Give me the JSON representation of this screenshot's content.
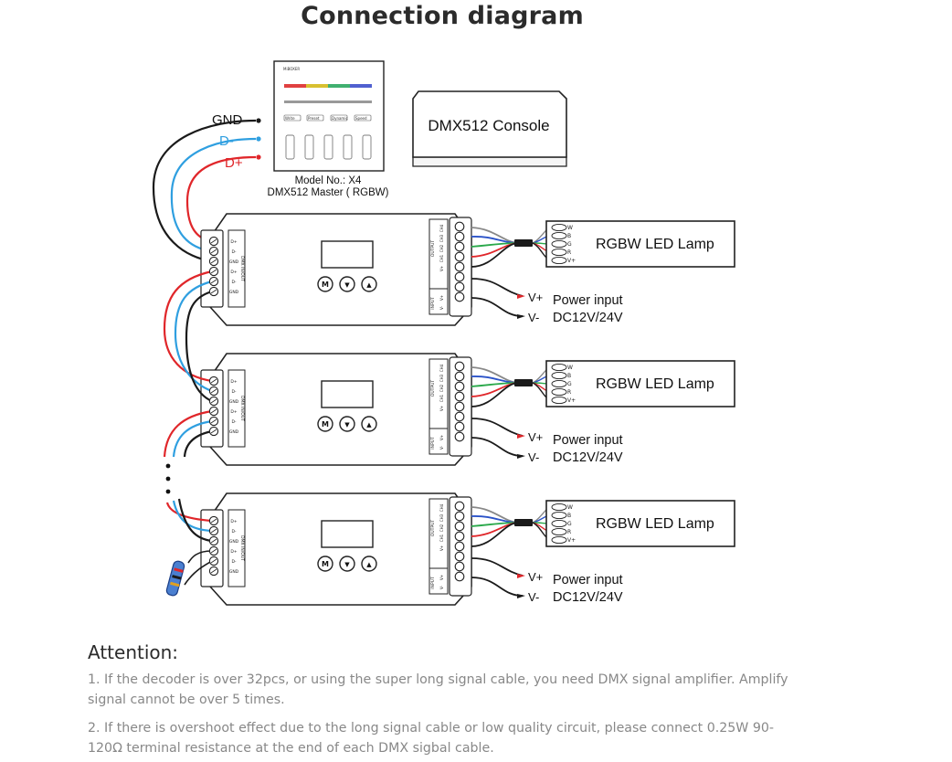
{
  "title": "Connection diagram",
  "master": {
    "brand": "MiBOXER",
    "buttons": [
      "Write",
      "Preset",
      "Dynamic",
      "Speed"
    ],
    "model_line": "Model No.: X4",
    "desc_line": "DMX512 Master ( RGBW)"
  },
  "console_label": "DMX512 Console",
  "signal_labels": {
    "gnd": "GND",
    "dminus": "D-",
    "dplus": "D+"
  },
  "decoders": [
    {
      "lamp_label": "RGBW LED Lamp",
      "power_label": "Power input",
      "power_spec": "DC12V/24V",
      "vplus": "V+",
      "vminus": "V-"
    },
    {
      "lamp_label": "RGBW LED Lamp",
      "power_label": "Power input",
      "power_spec": "DC12V/24V",
      "vplus": "V+",
      "vminus": "V-"
    },
    {
      "lamp_label": "RGBW LED Lamp",
      "power_label": "Power input",
      "power_spec": "DC12V/24V",
      "vplus": "V+",
      "vminus": "V-"
    }
  ],
  "decoder_text": {
    "dmx_port_label": "DMX IN/OUT",
    "dmx_pins": [
      "D+",
      "D-",
      "GND",
      "D+",
      "D-",
      "GND"
    ],
    "output_label": "OUTPUT",
    "output_pins": [
      "CH4",
      "CH3",
      "CH2",
      "CH1",
      "V+"
    ],
    "input_label": "INPUT",
    "input_pins": [
      "V+",
      "V-"
    ],
    "buttons": [
      "M",
      "▼",
      "▲"
    ]
  },
  "lamp_pins": [
    "W",
    "B",
    "G",
    "R",
    "V+"
  ],
  "wire_colors": {
    "gnd": "#1a1a1a",
    "dminus": "#2f9fe0",
    "dplus": "#e0262a",
    "w": "#888888",
    "b": "#2a52c8",
    "g": "#2aa84a",
    "r": "#e0262a"
  },
  "attention": {
    "heading": "Attention:",
    "notes": [
      "1. If the decoder is over 32pcs, or using the super long signal cable, you need DMX signal amplifier. Amplify signal cannot be over 5 times.",
      "2. If there is overshoot effect due to the long signal cable or low quality circuit, please connect 0.25W 90-120Ω terminal resistance at the end of each DMX sigbal cable."
    ]
  }
}
